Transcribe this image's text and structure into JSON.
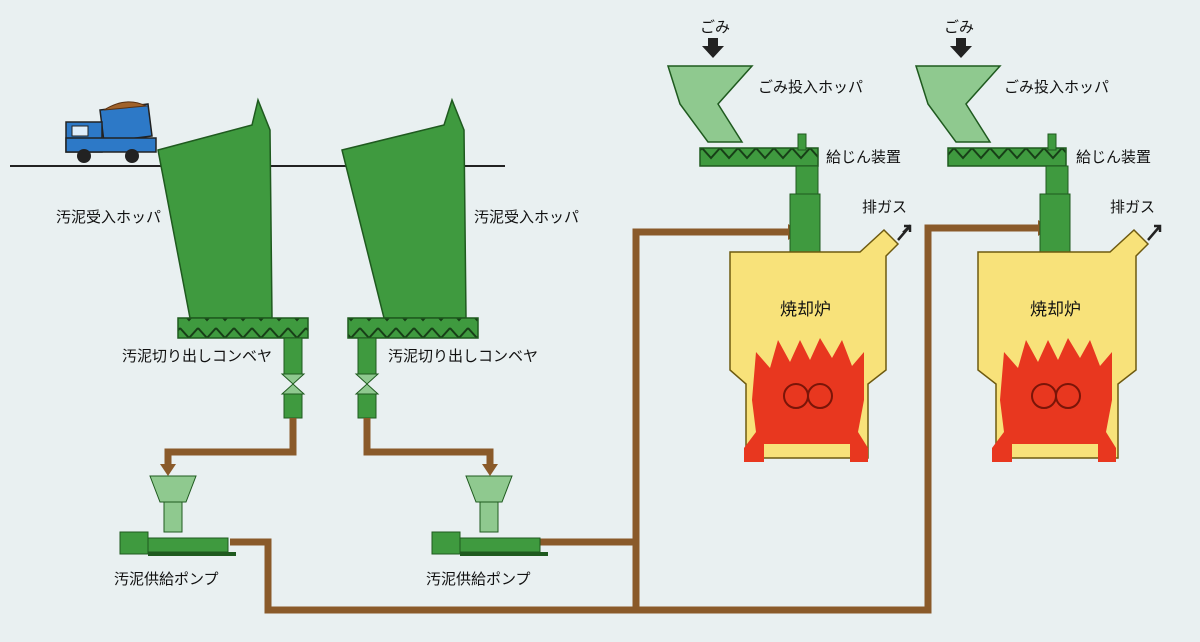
{
  "labels": {
    "sludge_hopper_1": "汚泥受入ホッパ",
    "sludge_hopper_2": "汚泥受入ホッパ",
    "conveyor_1": "汚泥切り出しコンベヤ",
    "conveyor_2": "汚泥切り出しコンベヤ",
    "pump_1": "汚泥供給ポンプ",
    "pump_2": "汚泥供給ポンプ",
    "garbage_in_1": "ごみ",
    "garbage_in_2": "ごみ",
    "garbage_hopper_1": "ごみ投入ホッパ",
    "garbage_hopper_2": "ごみ投入ホッパ",
    "feeder_1": "給じん装置",
    "feeder_2": "給じん装置",
    "exhaust_1": "排ガス",
    "exhaust_2": "排ガス",
    "furnace_1": "焼却炉",
    "furnace_2": "焼却炉"
  },
  "colors": {
    "background": "#e9f0f1",
    "equipment_green": "#3f9a3f",
    "hopper_light_green": "#8fc98f",
    "pipe_brown": "#8a5a2a",
    "furnace_yellow": "#f8e27a",
    "flame_red": "#e8371f",
    "truck_blue": "#2d79c7",
    "sludge_brown": "#a0622a"
  },
  "icons": [
    "dump-truck-icon",
    "down-arrow-icon",
    "exhaust-arrow-icon",
    "flame-icon"
  ]
}
